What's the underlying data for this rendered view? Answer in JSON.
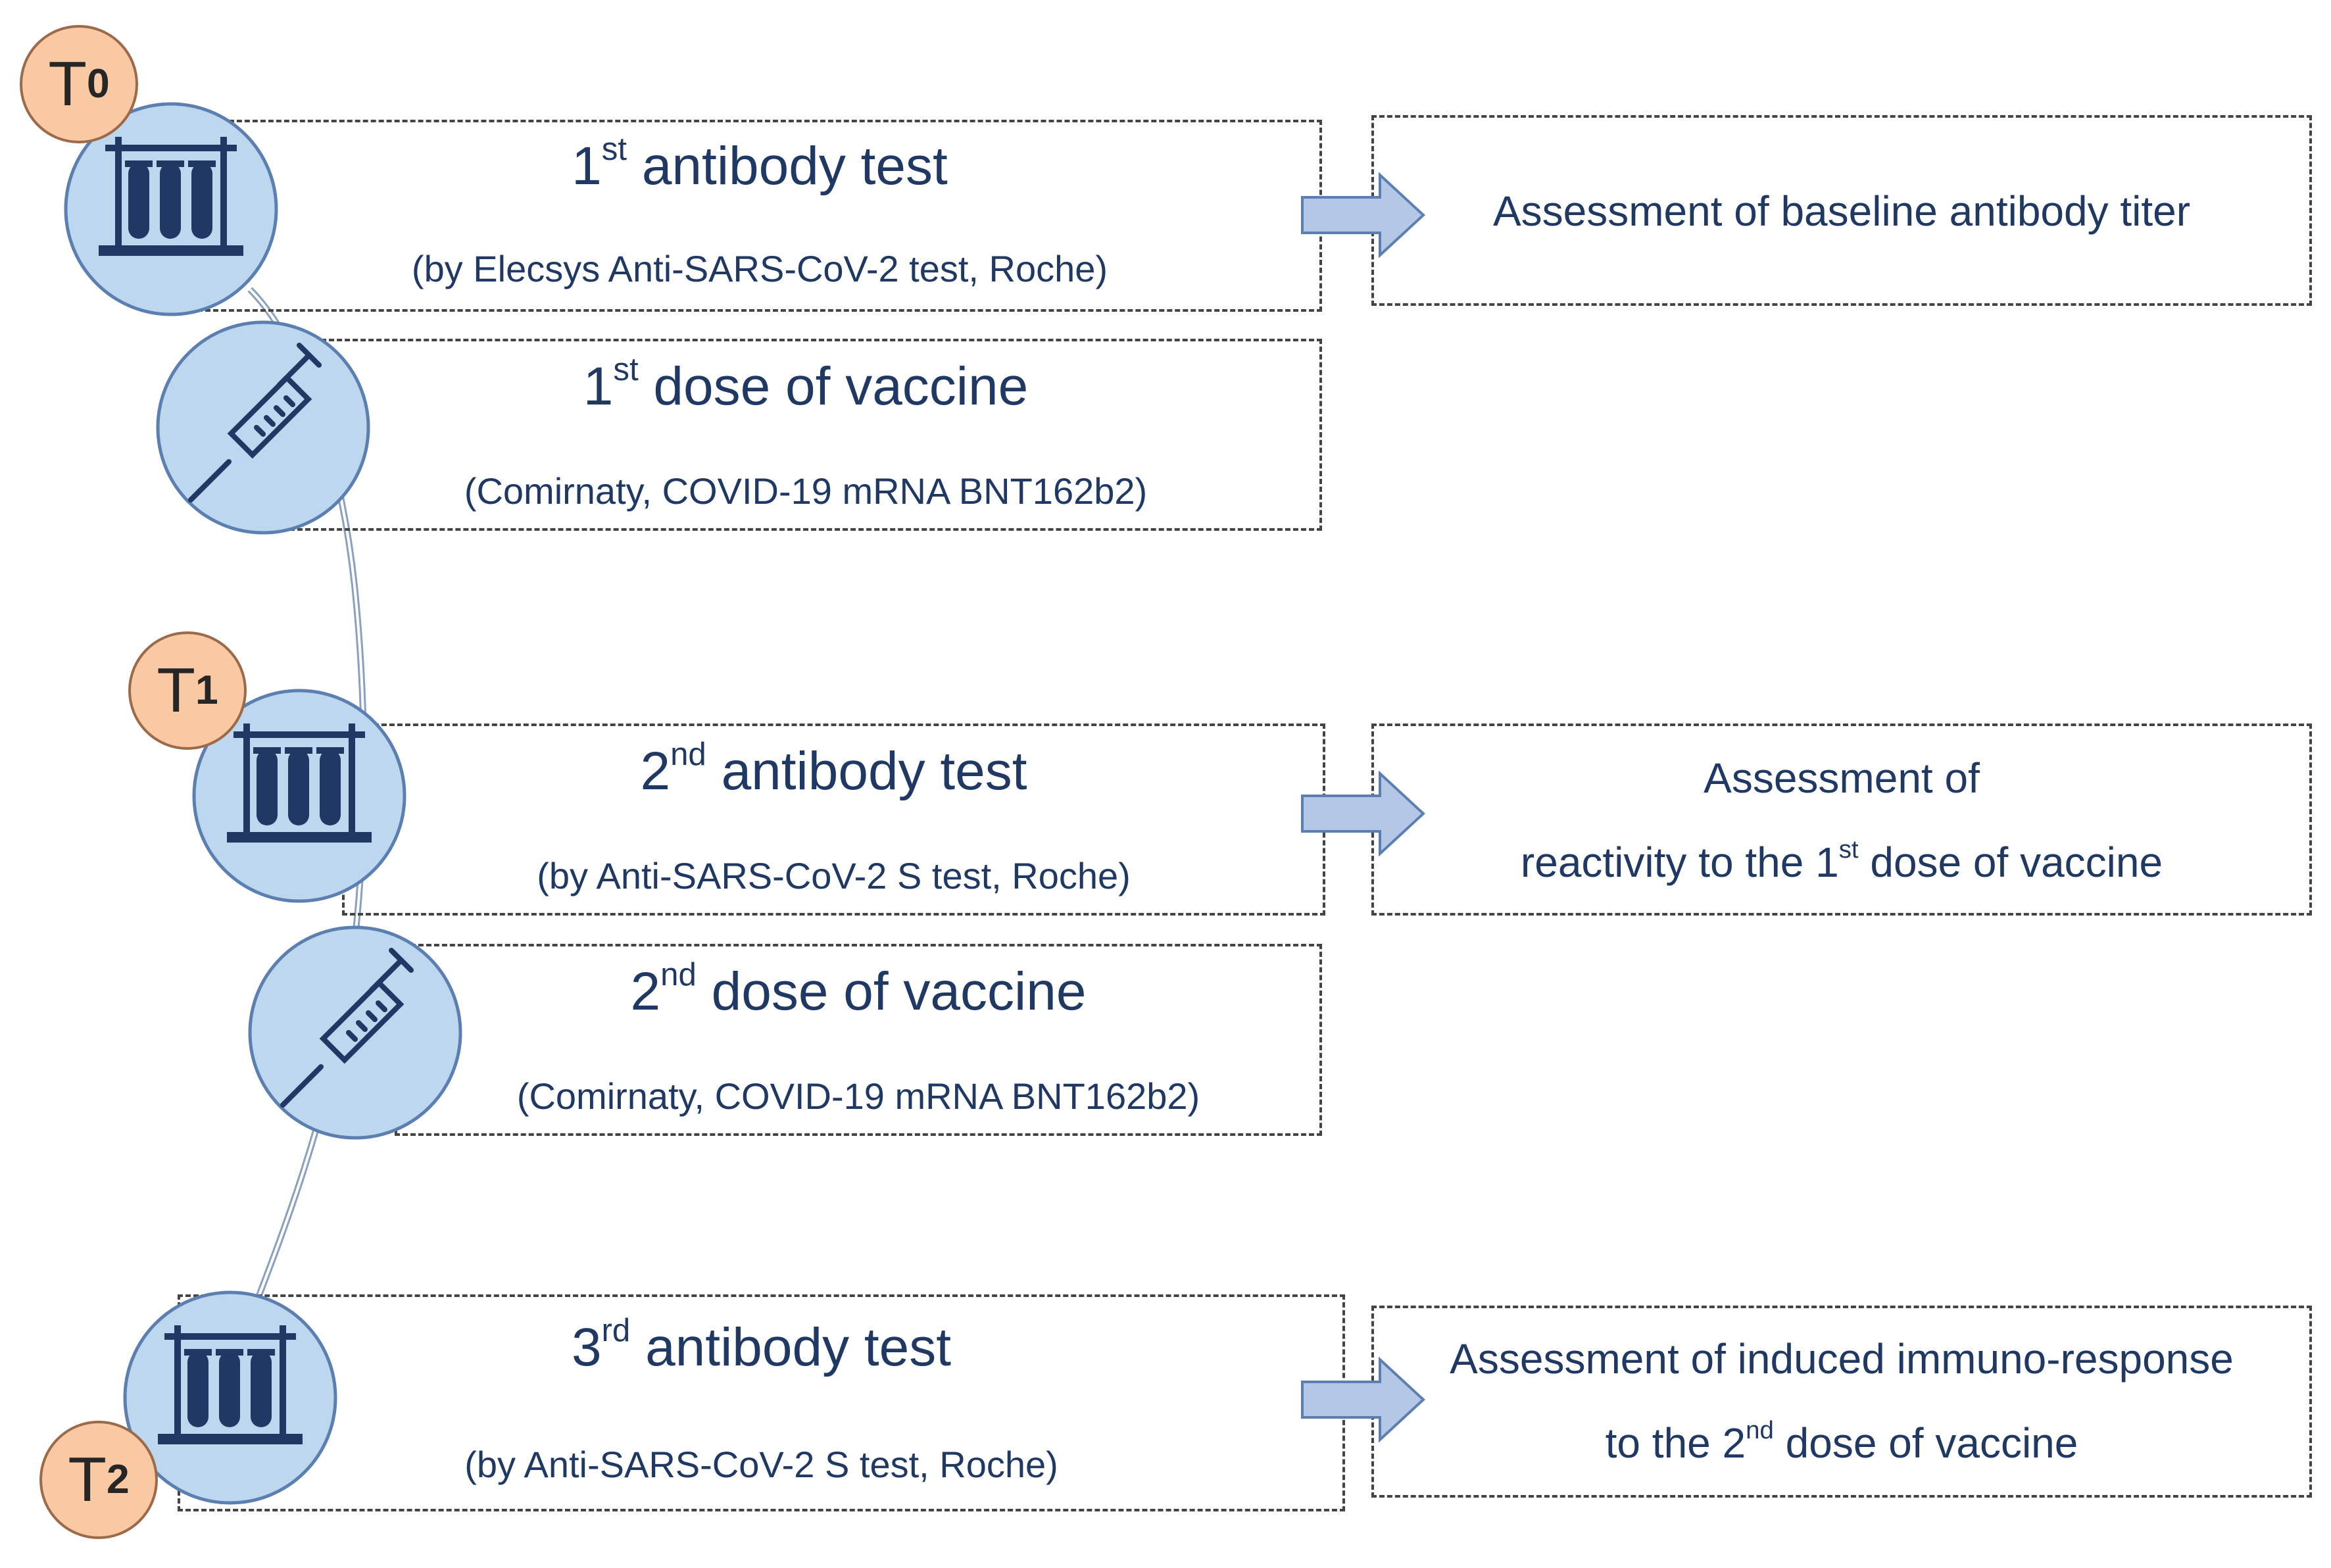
{
  "rows": [
    {
      "title": {
        "ordinal": "1",
        "suffix": "st",
        "rest": " antibody test"
      },
      "subtitle": "(by Elecsys Anti-SARS-CoV-2 test, Roche)",
      "assessment": {
        "line1": "Assessment of baseline antibody titer"
      }
    },
    {
      "title": {
        "ordinal": "1",
        "suffix": "st",
        "rest": " dose of  vaccine"
      },
      "subtitle": "(Comirnaty, COVID-19 mRNA BNT162b2)"
    },
    {
      "title": {
        "ordinal": "2",
        "suffix": "nd",
        "rest": " antibody test"
      },
      "subtitle": "(by Anti-SARS-CoV-2 S test, Roche)",
      "assessment": {
        "line1": "Assessment of",
        "line2_pre": "reactivity to the 1",
        "line2_sup": "st",
        "line2_post": " dose of  vaccine"
      }
    },
    {
      "title": {
        "ordinal": "2",
        "suffix": "nd",
        "rest": " dose of  vaccine"
      },
      "subtitle": "(Comirnaty, COVID-19 mRNA BNT162b2)"
    },
    {
      "title": {
        "ordinal": "3",
        "suffix": "rd",
        "rest": " antibody test"
      },
      "subtitle": "(by Anti-SARS-CoV-2 S test, Roche)",
      "assessment": {
        "line1": "Assessment of induced immuno-response",
        "line2_pre": "to the 2",
        "line2_sup": "nd",
        "line2_post": " dose of  vaccine"
      }
    }
  ],
  "timepoints": [
    {
      "letter": "T",
      "index": "0"
    },
    {
      "letter": "T",
      "index": "1"
    },
    {
      "letter": "T",
      "index": "2"
    }
  ],
  "icons": [
    "test-tubes-icon",
    "syringe-icon",
    "test-tubes-icon",
    "syringe-icon",
    "test-tubes-icon"
  ],
  "colors": {
    "text": "#1f3864",
    "circle_fill": "#bdd7ee",
    "circle_stroke": "#5b7fb0",
    "icon": "#1f3864",
    "badge_fill": "#f8c9a3",
    "arrow_fill": "#b4c7e7"
  }
}
